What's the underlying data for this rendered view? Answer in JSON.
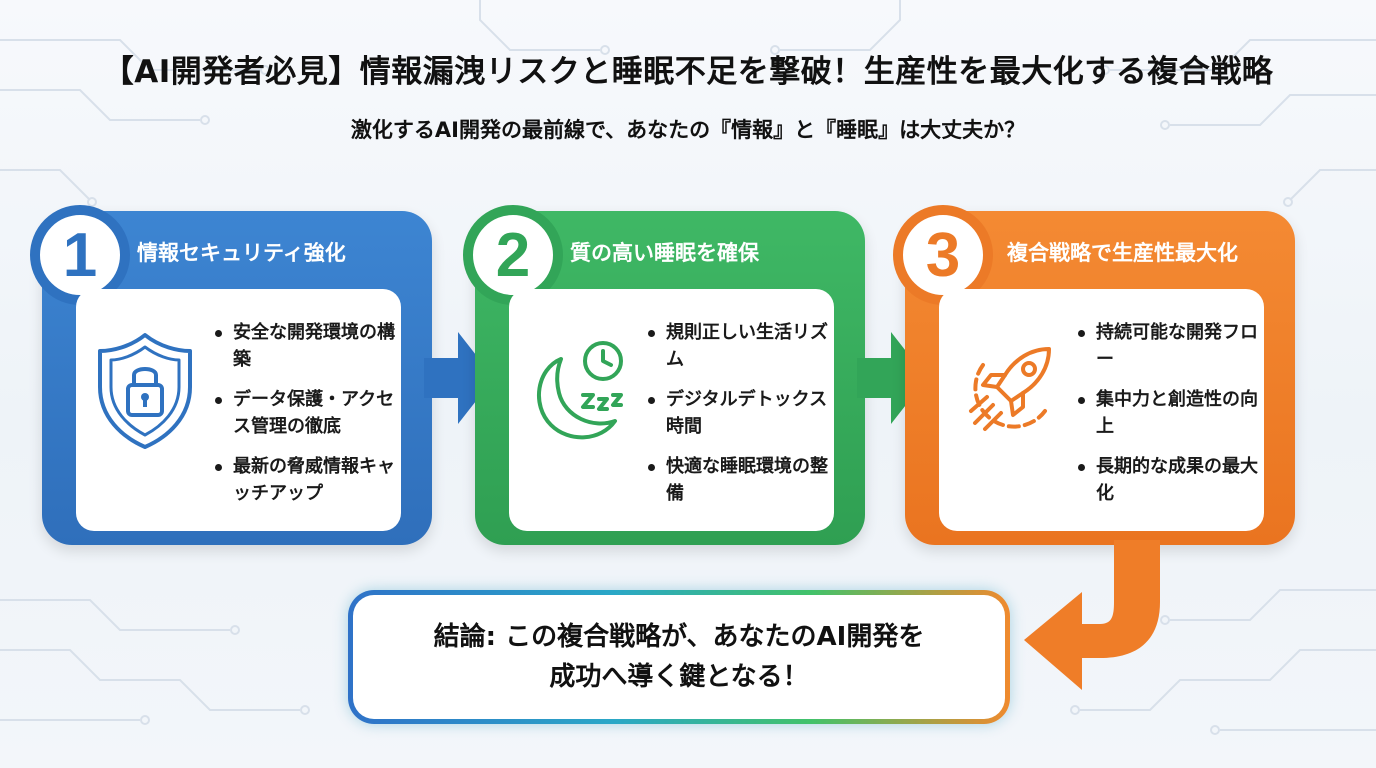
{
  "title": "【AI開発者必見】情報漏洩リスクと睡眠不足を撃破！生産性を最大化する複合戦略",
  "subtitle": "激化するAI開発の最前線で、あなたの『情報』と『睡眠』は大丈夫か？",
  "colors": {
    "blue": "#2f72c0",
    "green": "#32a558",
    "orange": "#ec7a27"
  },
  "steps": [
    {
      "number": "1",
      "title": "情報セキュリティ強化",
      "icon": "shield-lock-icon",
      "items": [
        "安全な開発環境の構築",
        "データ保護・アクセス管理の徹底",
        "最新の脅威情報キャッチアップ"
      ]
    },
    {
      "number": "2",
      "title": "質の高い睡眠を確保",
      "icon": "moon-clock-zzz-icon",
      "items": [
        "規則正しい生活リズム",
        "デジタルデトックス時間",
        "快適な睡眠環境の整備"
      ]
    },
    {
      "number": "3",
      "title": "複合戦略で生産性最大化",
      "icon": "rocket-gear-icon",
      "items": [
        "持続可能な開発フロー",
        "集中力と創造性の向上",
        "長期的な成果の最大化"
      ]
    }
  ],
  "conclusion": {
    "line1": "結論: この複合戦略が、あなたのAI開発を",
    "line2": "成功へ導く鍵となる！"
  }
}
